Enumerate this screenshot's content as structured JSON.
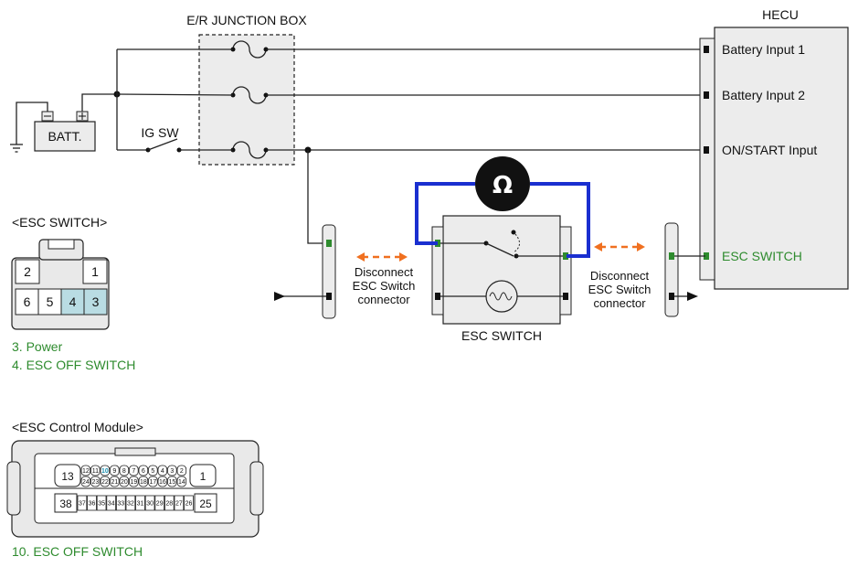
{
  "junction_box": {
    "title": "E/R JUNCTION BOX"
  },
  "hecu": {
    "title": "HECU",
    "battery_input_1": "Battery Input 1",
    "battery_input_2": "Battery Input 2",
    "on_start_input": "ON/START Input",
    "esc_switch": "ESC SWITCH"
  },
  "battery": {
    "label": "BATT."
  },
  "ignition": {
    "label": "IG SW"
  },
  "meter": {
    "symbol": "Ω"
  },
  "esc_switch_component": {
    "label": "ESC SWITCH"
  },
  "disconnect_left": {
    "line1": "Disconnect",
    "line2": "ESC Switch",
    "line3": "connector"
  },
  "disconnect_right": {
    "line1": "Disconnect",
    "line2": "ESC Switch",
    "line3": "connector"
  },
  "esc_switch_connector": {
    "title": "<ESC SWITCH>",
    "pins_top": [
      "2",
      "1"
    ],
    "pins_bottom": [
      "6",
      "5",
      "4",
      "3"
    ],
    "note_1": "3. Power",
    "note_2": "4. ESC OFF SWITCH"
  },
  "esc_module_connector": {
    "title": "<ESC Control Module>",
    "pin_left_big": "13",
    "pin_right_big": "1",
    "row1": [
      "12",
      "11",
      "10",
      "9",
      "8",
      "7",
      "6",
      "5",
      "4",
      "3",
      "2"
    ],
    "row2": [
      "24",
      "23",
      "22",
      "21",
      "20",
      "19",
      "18",
      "17",
      "16",
      "15",
      "14"
    ],
    "pin_bottom_left": "38",
    "pin_bottom_right": "25",
    "row3": [
      "37",
      "36",
      "35",
      "34",
      "33",
      "32",
      "31",
      "30",
      "29",
      "28",
      "27",
      "26"
    ],
    "note": "10. ESC OFF SWITCH"
  },
  "colors": {
    "measure_wire": "#1a2fd0",
    "arrow": "#f07020",
    "highlight": "#2e8b2e",
    "pin_fill": "#b9dce3"
  }
}
